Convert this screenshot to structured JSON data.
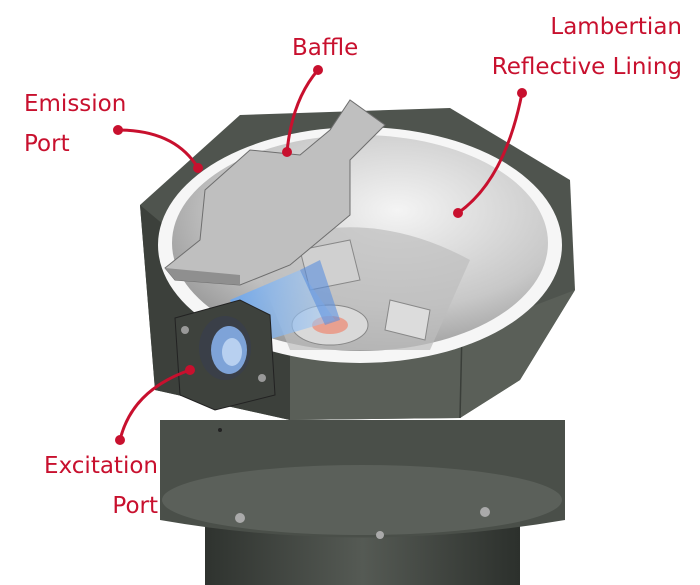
{
  "labels": {
    "emission": {
      "line1": "Emission",
      "line2": "Port"
    },
    "baffle": {
      "line1": "Baffle"
    },
    "lining": {
      "line1": "Lambertian",
      "line2": "Reflective Lining"
    },
    "excitation": {
      "line1": "Excitation",
      "line2": "Port"
    }
  },
  "colors": {
    "callout": "#c8102e",
    "housing": "#4d524c",
    "interior": "#c9c9c9",
    "beam": "#7fb2ef"
  }
}
